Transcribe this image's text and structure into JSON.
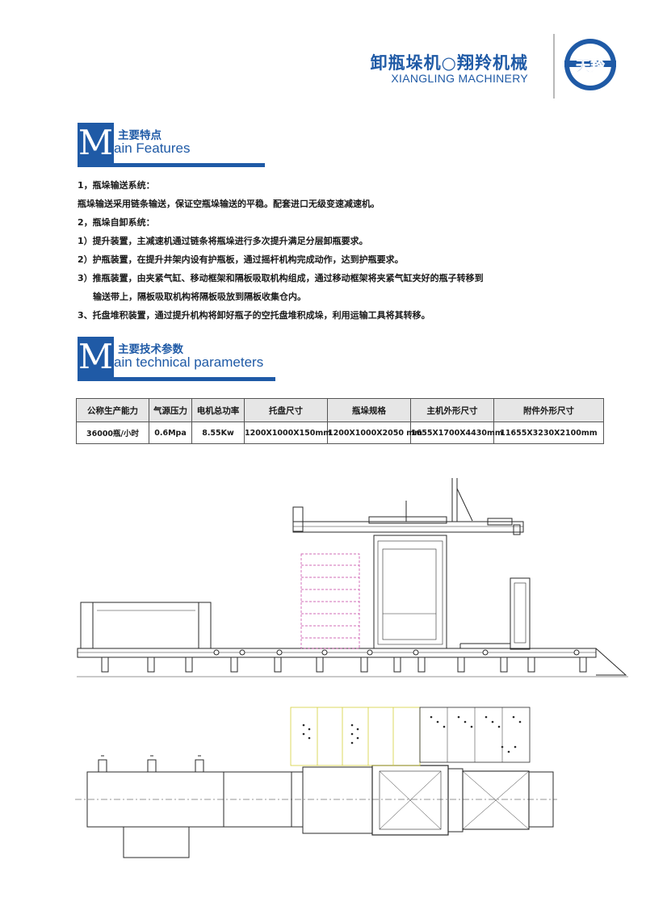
{
  "header": {
    "title": "卸瓶垛机○翔羚机械",
    "subtitle": "XIANGLING MACHINERY",
    "logo_text": "天羚",
    "brand_color": "#1f5aa6"
  },
  "features_section": {
    "letter": "M",
    "title_cn": "主要特点",
    "title_en": "ain Features",
    "lines": [
      "1，瓶垛输送系统：",
      "瓶垛输送采用链条输送，保证空瓶垛输送的平稳。配套进口无级变速减速机。",
      "2，瓶垛自卸系统：",
      "1）提升装置，主减速机通过链条将瓶垛进行多次提升满足分层卸瓶要求。",
      "2）护瓶装置，在提升井架内设有护瓶板，通过摇杆机构完成动作，达到护瓶要求。",
      "3）推瓶装置，由夹紧气缸、移动框架和隔板吸取机构组成，通过移动框架将夹紧气缸夹好的瓶子转移到",
      "输送带上，隔板吸取机构将隔板吸放到隔板收集仓内。",
      "3、托盘堆积装置，通过提升机构将卸好瓶子的空托盘堆积成垛，利用运输工具将其转移。"
    ]
  },
  "params_section": {
    "letter": "M",
    "title_cn": "主要技术参数",
    "title_en": "ain technical parameters",
    "headers": [
      "公称生产能力",
      "气源压力",
      "电机总功率",
      "托盘尺寸",
      "瓶垛规格",
      "主机外形尺寸",
      "附件外形尺寸"
    ],
    "values": [
      "36000瓶/小时",
      "0.6Mpa",
      "8.55Kw",
      "1200X1000X150mm",
      "1200X1000X2050 mm",
      "1655X1700X4430mm",
      "11655X3230X2100mm"
    ]
  },
  "drawing": {
    "line_color": "#2a2a2a",
    "accent_color": "#c23ea0",
    "highlight_color": "#d4cf3a"
  }
}
